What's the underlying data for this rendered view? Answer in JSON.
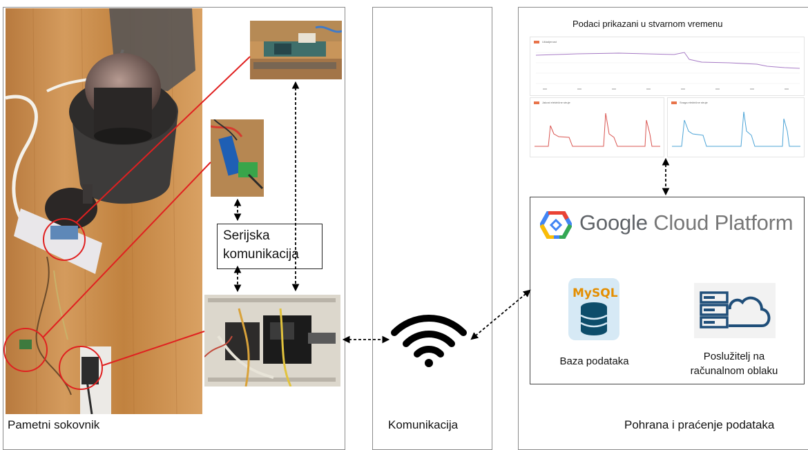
{
  "sections": {
    "juicer": "Pametni sokovnik",
    "communication": "Komunikacija",
    "storage": "Pohrana i praćenje podataka"
  },
  "serial_label": {
    "line1": "Serijska",
    "line2": "komunikacija"
  },
  "dashboard": {
    "title": "Podaci prikazani u stvarnom vremenu",
    "charts": [
      {
        "name": "Ukladjenost",
        "color": "#a77bc6"
      },
      {
        "name": "Jakost električne struje",
        "color": "#d9534f"
      },
      {
        "name": "Snaga električne struje",
        "color": "#4ba3d6"
      }
    ]
  },
  "cloud": {
    "platform": "Google Cloud Platform",
    "google_word": "Google",
    "cloud_platform_words": "Cloud Platform",
    "mysql_logo": "MySQL",
    "database_label": "Baza podataka",
    "server_label_line1": "Poslužitelj na",
    "server_label_line2": "računalnom oblaku"
  },
  "icons": [
    "wifi-icon",
    "mysql-database-icon",
    "cloud-server-icon",
    "gcp-hexagon-logo"
  ],
  "colors": {
    "highlight_red": "#e02020",
    "gcp_blue": "#4285f4",
    "gcp_red": "#ea4335",
    "gcp_yellow": "#fbbc05",
    "gcp_green": "#34a853"
  }
}
